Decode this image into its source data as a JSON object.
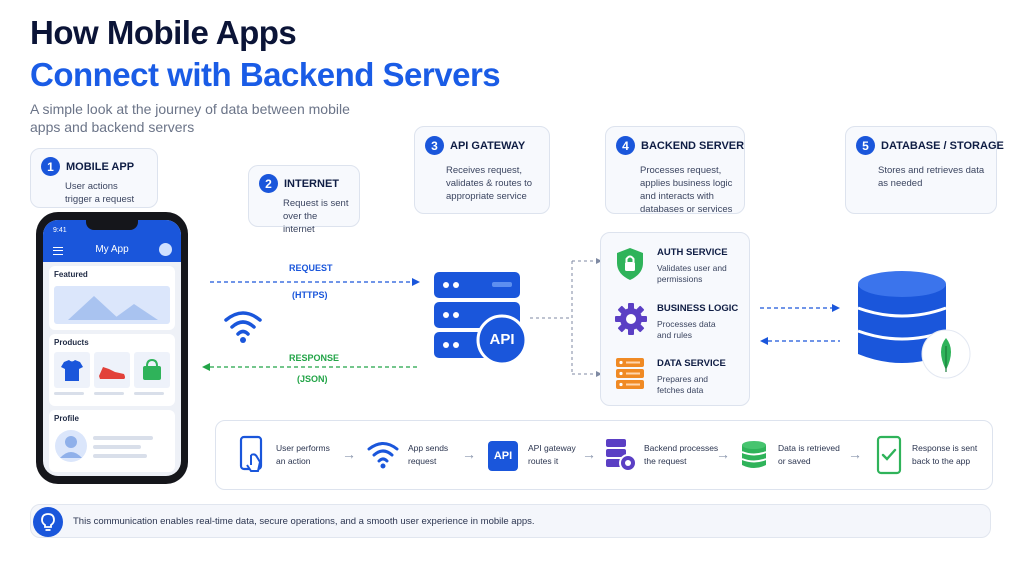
{
  "title": {
    "line1": "How Mobile Apps",
    "line2": "Connect with Backend Servers"
  },
  "subtitle": "A simple look at the journey of data between mobile apps and backend servers",
  "steps": [
    {
      "num": "1",
      "title": "MOBILE APP",
      "desc": "User actions trigger a request"
    },
    {
      "num": "2",
      "title": "INTERNET",
      "desc": "Request is sent over the internet"
    },
    {
      "num": "3",
      "title": "API GATEWAY",
      "desc": "Receives request, validates & routes to appropriate service"
    },
    {
      "num": "4",
      "title": "BACKEND SERVER",
      "desc": "Processes request, applies business logic and interacts with databases or services"
    },
    {
      "num": "5",
      "title": "DATABASE / STORAGE",
      "desc": "Stores and retrieves data as needed"
    }
  ],
  "phone": {
    "status_time": "9:41",
    "app_title": "My App",
    "featured": "Featured",
    "products": "Products",
    "profile": "Profile"
  },
  "flow": {
    "request": "REQUEST",
    "request_proto": "(HTTPS)",
    "response": "RESPONSE",
    "response_proto": "(JSON)",
    "api_label": "API"
  },
  "services": [
    {
      "title": "AUTH SERVICE",
      "desc": "Validates user and permissions"
    },
    {
      "title": "BUSINESS LOGIC",
      "desc": "Processes data and rules"
    },
    {
      "title": "DATA SERVICE",
      "desc": "Prepares and fetches data"
    }
  ],
  "process": [
    {
      "text": "User performs an action",
      "icon": "phone-tap-icon"
    },
    {
      "text": "App sends request",
      "icon": "wifi-icon"
    },
    {
      "text": "API gateway routes it",
      "icon": "api-icon",
      "badge": "API"
    },
    {
      "text": "Backend processes the request",
      "icon": "server-gear-icon"
    },
    {
      "text": "Data is retrieved or saved",
      "icon": "database-icon"
    },
    {
      "text": "Response is sent back to the app",
      "icon": "phone-check-icon"
    }
  ],
  "footer": "This communication enables real-time data, secure operations, and a smooth user experience in mobile apps.",
  "colors": {
    "primary": "#1a56db",
    "title_dark": "#0b1437",
    "response_green": "#22a447",
    "orange": "#f08a24",
    "green": "#2fb35a"
  }
}
